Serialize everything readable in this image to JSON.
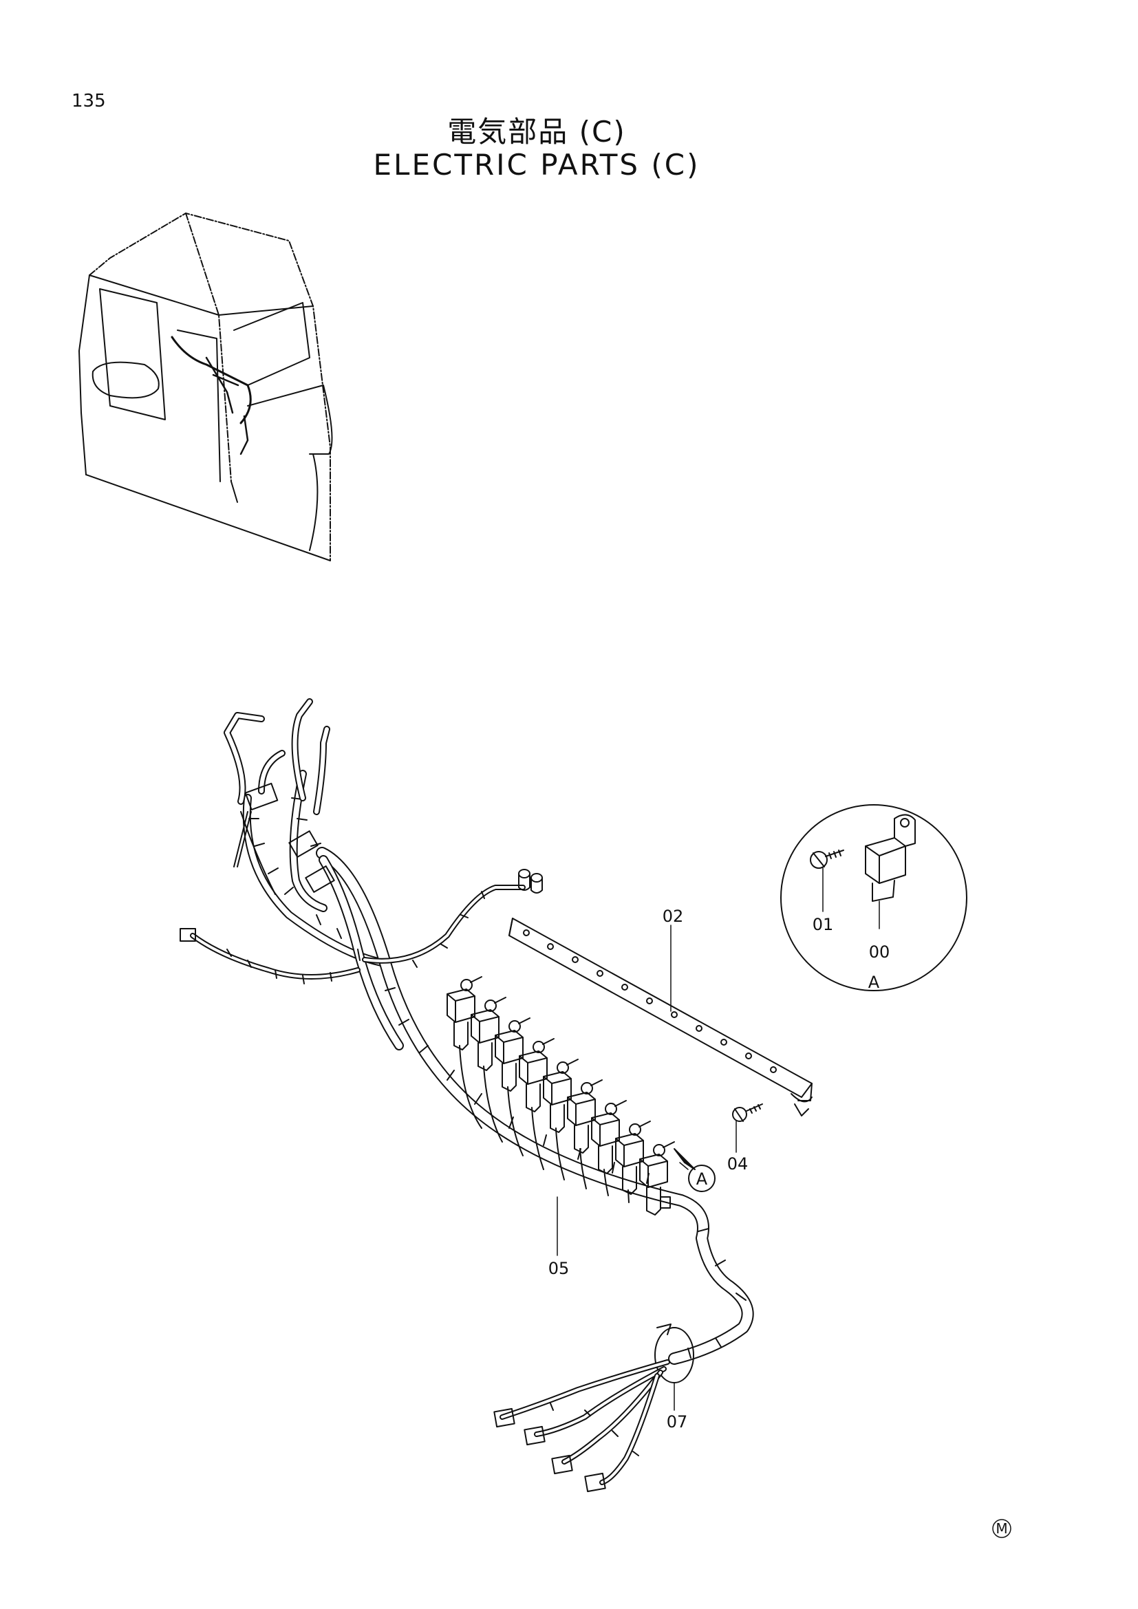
{
  "header": {
    "page_number": "135",
    "title_jp": "電気部品 (C)",
    "title_en": "ELECTRIC PARTS (C)"
  },
  "callouts": {
    "part_02": "02",
    "part_01": "01",
    "part_00": "00",
    "detail_label": "A",
    "detail_marker": "A",
    "part_04": "04",
    "part_05": "05",
    "part_07": "07"
  },
  "footer": {
    "mark": "M"
  }
}
